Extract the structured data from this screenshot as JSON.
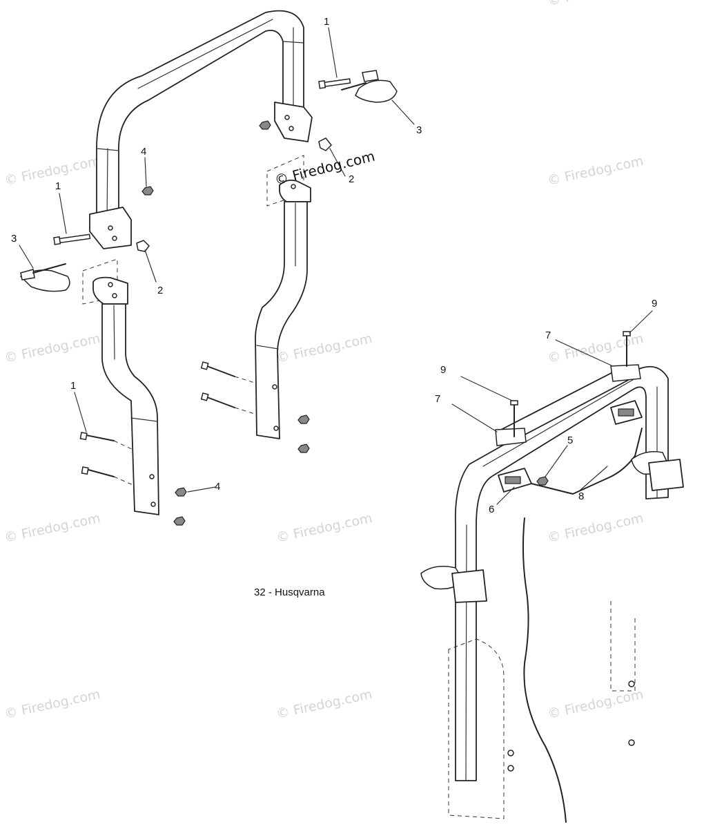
{
  "diagram": {
    "caption": "32 - Husqvarna",
    "watermark": "© Firedog.com",
    "callouts": {
      "c1a": "1",
      "c1b": "1",
      "c1c": "1",
      "c2a": "2",
      "c2b": "2",
      "c3a": "3",
      "c3b": "3",
      "c4a": "4",
      "c4b": "4",
      "c5": "5",
      "c6": "6",
      "c7a": "7",
      "c7b": "7",
      "c8": "8",
      "c9a": "9",
      "c9b": "9"
    }
  }
}
